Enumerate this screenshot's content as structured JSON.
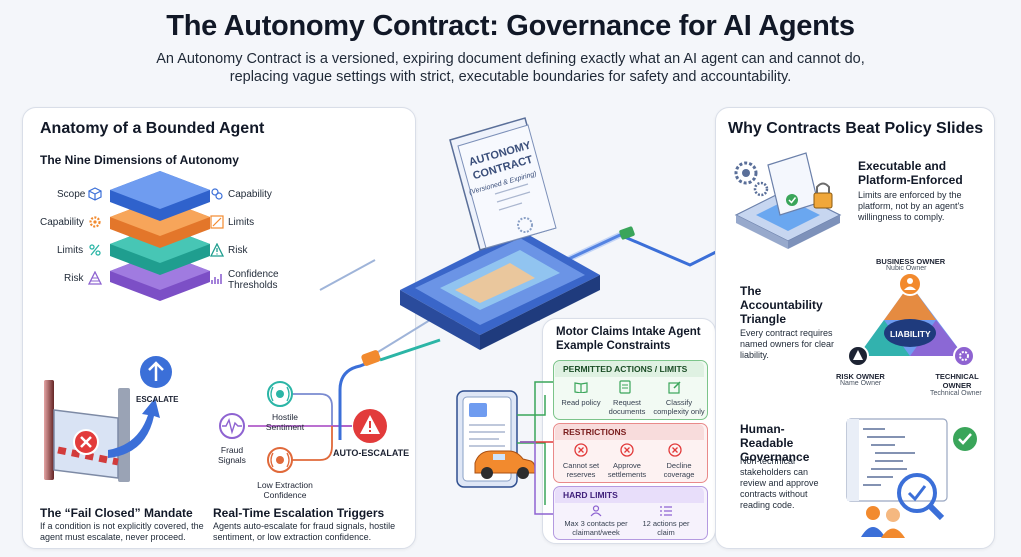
{
  "header": {
    "title": "The Autonomy Contract: Governance for AI Agents",
    "subtitle": "An Autonomy Contract is a versioned, expiring document defining exactly what an AI agent can and cannot do, replacing vague settings with strict, executable boundaries for safety and accountability."
  },
  "anatomy": {
    "heading": "Anatomy of a Bounded Agent",
    "subheading": "The Nine Dimensions of Autonomy",
    "left_labels": [
      "Scope",
      "Capability",
      "Limits",
      "Risk"
    ],
    "right_labels": [
      "Capability",
      "Limits",
      "Risk",
      "Confidence Thresholds"
    ]
  },
  "fail_closed": {
    "escalate_label": "ESCALATE",
    "title": "The “Fail Closed” Mandate",
    "body": "If a condition is not explicitly covered, the agent must escalate, never proceed."
  },
  "triggers": {
    "hostile": "Hostile Sentiment",
    "fraud": "Fraud Signals",
    "low_conf": "Low Extraction Confidence",
    "auto": "AUTO-ESCALATE",
    "title": "Real-Time Escalation Triggers",
    "body": "Agents auto-escalate for fraud signals, hostile sentiment, or low extraction confidence."
  },
  "document": {
    "line1": "AUTONOMY",
    "line2": "CONTRACT",
    "line3": "(Versioned & Expiring)"
  },
  "claims": {
    "title": "Motor Claims Intake Agent Example Constraints",
    "permitted_head": "PERMITTED ACTIONS / LIMITS",
    "permitted": [
      "Read policy",
      "Request documents",
      "Classify complexity only"
    ],
    "restrictions_head": "RESTRICTIONS",
    "restrictions": [
      "Cannot set reserves",
      "Approve settlements",
      "Decline coverage"
    ],
    "hard_head": "HARD LIMITS",
    "hard": [
      "Max 3 contacts per claimant/week",
      "12 actions per claim"
    ]
  },
  "why": {
    "heading": "Why Contracts Beat Policy Slides",
    "exec_title": "Executable and Platform-Enforced",
    "exec_body": "Limits are enforced by the platform, not by an agent's willingness to comply.",
    "acc_title": "The Accountability Triangle",
    "acc_body": "Every contract requires named owners for clear liability.",
    "business_owner": "BUSINESS OWNER",
    "business_name": "Nubic Owner",
    "liability": "LIABILITY",
    "risk_owner": "RISK OWNER",
    "risk_name": "Name Owner",
    "tech_owner": "TECHNICAL OWNER",
    "tech_name": "Technical Owner",
    "human_title": "Human-Readable Governance",
    "human_body": "Non-technical stakeholders can review and approve contracts without reading code."
  },
  "colors": {
    "blue": "#3b6fd8",
    "teal": "#2bb5a6",
    "orange": "#f28a2e",
    "purple": "#8e63d1",
    "red": "#e23b3b",
    "green": "#3aa55a"
  },
  "icons": [
    "cube-icon",
    "gear-icon",
    "percent-icon",
    "warning-icon",
    "puzzle-icon",
    "target-icon",
    "bar-chart-icon",
    "up-arrow-icon",
    "x-icon",
    "check-icon",
    "lock-icon",
    "car-icon",
    "person-icon"
  ]
}
